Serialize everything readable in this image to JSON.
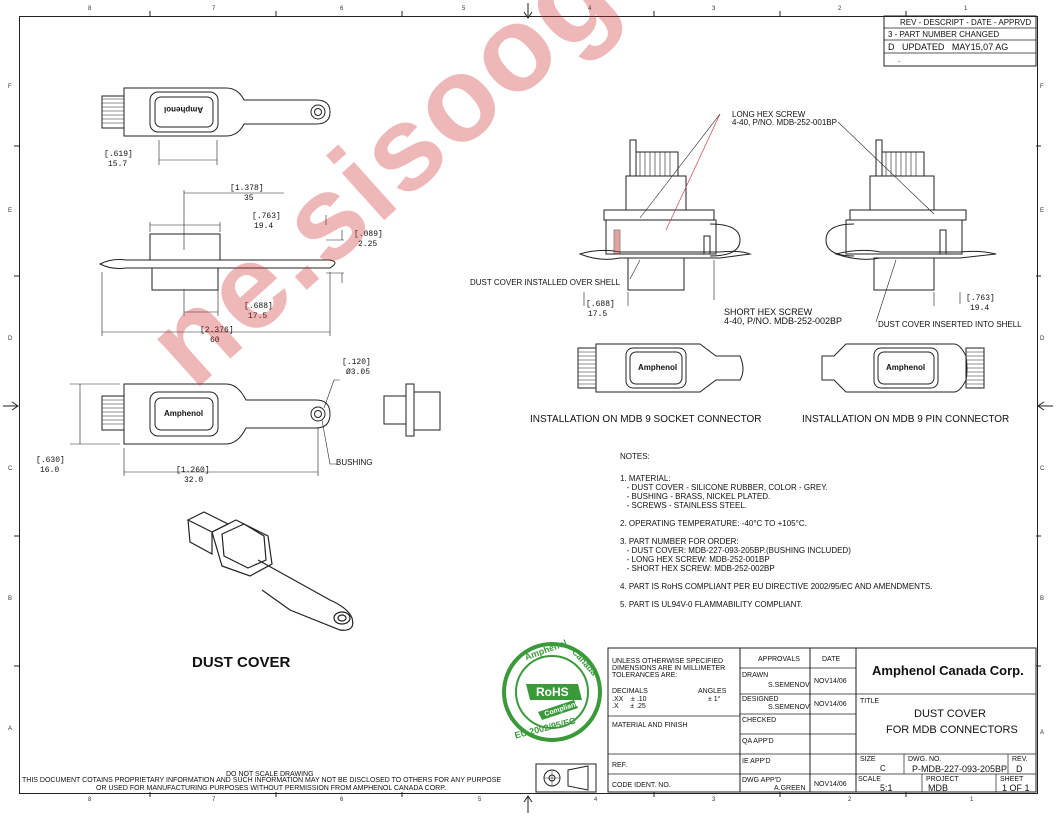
{
  "revision_block": {
    "header": "REV - DESCRIPT - DATE - APPRVD",
    "row1": "3 - PART NUMBER CHANGED",
    "row2": "D   UPDATED   MAY15,07 AG",
    "row3": "."
  },
  "zones": {
    "top": [
      "8",
      "7",
      "6",
      "5",
      "4",
      "3",
      "2",
      "1"
    ],
    "side": [
      "F",
      "E",
      "D",
      "C",
      "B",
      "A"
    ]
  },
  "dims": {
    "d619": ".619",
    "d619mm": "15.7",
    "d1378": "1.378",
    "d1378mm": "35",
    "d763": ".763",
    "d763mm": "19.4",
    "d089": ".089",
    "d089mm": "2.25",
    "d688": ".688",
    "d688mm": "17.5",
    "d2376": "2.376",
    "d2376mm": "60",
    "d120": ".120",
    "d120mm": "Ø3.05",
    "d630": ".630",
    "d630mm": "16.0",
    "d1260": "1.260",
    "d1260mm": "32.0",
    "d688b": ".688",
    "d688bmm": "17.5",
    "d763b": ".763",
    "d763bmm": "19.4"
  },
  "labels": {
    "bushing": "BUSHING",
    "long_hex_1": "LONG HEX SCREW",
    "long_hex_2": "4-40, P/NO. MDB-252-001BP",
    "dust_installed": "DUST COVER INSTALLED OVER SHELL",
    "short_hex_1": "SHORT HEX SCREW",
    "short_hex_2": "4-40, P/NO. MDB-252-002BP",
    "dust_inserted": "DUST COVER INSERTED INTO SHELL",
    "install_socket": "INSTALLATION ON MDB 9 SOCKET CONNECTOR",
    "install_pin": "INSTALLATION ON MDB 9 PIN CONNECTOR",
    "dust_cover": "DUST COVER",
    "brand": "Amphenol"
  },
  "notes": {
    "heading": "NOTES:",
    "lines": [
      "1. MATERIAL:",
      "   - DUST COVER - SILICONE RUBBER, COLOR - GREY.",
      "   - BUSHING - BRASS, NICKEL PLATED.",
      "   - SCREWS - STAINLESS STEEL.",
      "",
      "2. OPERATING TEMPERATURE: -40°C TO +105°C.",
      "",
      "3. PART NUMBER FOR ORDER:",
      "   - DUST COVER: MDB-227-093-205BP.(BUSHING INCLUDED)",
      "   - LONG HEX SCREW: MDB-252-001BP",
      "   - SHORT HEX SCREW: MDB-252-002BP",
      "",
      "4. PART IS RoHS COMPLIANT PER EU DIRECTIVE 2002/95/EC AND AMENDMENTS.",
      "",
      "5. PART IS UL94V-0 FLAMMABILITY COMPLIANT."
    ]
  },
  "rohs": {
    "top": "Amphenol",
    "right": "Canada",
    "mid": "RoHS",
    "compliant": "Compliant",
    "bottom": "EU 2002/95/EC"
  },
  "title_block": {
    "tolerance_1": "UNLESS OTHERWISE SPECIFIED",
    "tolerance_2": "DIMENSIONS  ARE  IN MILLIMETER",
    "tolerance_3": "TOLERANCES  ARE:",
    "decimals": "DECIMALS",
    "angles": "ANGLES",
    "xx": ".XX    ± .10",
    "x": ".X      ± .25",
    "ang": "± 1°",
    "material": "MATERIAL AND FINISH",
    "ref": "REF.",
    "code_ident": "CODE IDENT. NO.",
    "approvals": "APPROVALS",
    "date": "DATE",
    "drawn": "DRAWN",
    "drawn_by": "S.SEMENOV",
    "drawn_date": "NOV14/06",
    "designed": "DESIGNED",
    "designed_by": "S.SEMENOV",
    "designed_date": "NOV14/06",
    "checked": "CHECKED",
    "qa": "QA APP'D",
    "ie": "IE APP'D",
    "dwg_appd": "DWG APP'D",
    "dwg_appd_by": "A.GREEN",
    "dwg_appd_date": "NOV14/06",
    "company": "Amphenol Canada Corp.",
    "title_label": "TITLE",
    "title_1": "DUST COVER",
    "title_2": "FOR MDB CONNECTORS",
    "size_label": "SIZE",
    "size": "C",
    "dwg_no_label": "DWG.  NO.",
    "dwg_no": "P-MDB-227-093-205BP",
    "rev_label": "REV.",
    "rev": "D",
    "scale_label": "SCALE",
    "scale": "5:1",
    "project_label": "PROJECT",
    "project": "MDB",
    "sheet_label": "SHEET",
    "sheet": "1 OF 1"
  },
  "footer": {
    "no_scale": "DO  NOT  SCALE  DRAWING",
    "prop_1": "THIS DOCUMENT COTAINS PROPRIETARY INFORMATION AND SUCH INFORMATION MAY NOT BE DISCLOSED TO OTHERS FOR ANY PURPOSE",
    "prop_2": "OR USED FOR MANUFACTURING PURPOSES WITHOUT PERMISSION FROM AMPHENOL CANADA CORP."
  },
  "watermark": "ne.sisoog.com"
}
